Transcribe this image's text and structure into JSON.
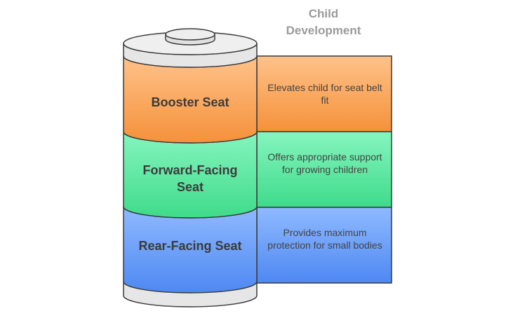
{
  "axis_title": [
    "Child",
    "Development"
  ],
  "layers": [
    {
      "label": "Booster Seat",
      "description": "Elevates child for seat belt fit",
      "color": "#f7a65a"
    },
    {
      "label": "Forward-Facing Seat",
      "description": "Offers appropriate support for growing children",
      "color": "#5fe6a0"
    },
    {
      "label": "Rear-Facing Seat",
      "description": "Provides maximum protection for small bodies",
      "color": "#6a9ff6"
    }
  ],
  "colors": {
    "cap": "#e6e6e6",
    "outline": "#3a3a3a",
    "title": "#9a9a9a"
  }
}
